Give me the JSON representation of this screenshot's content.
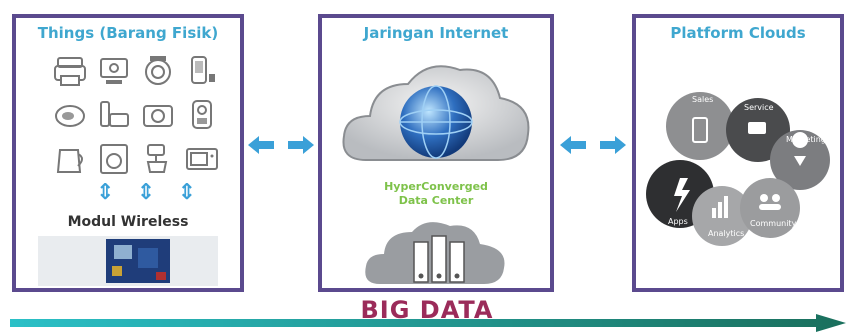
{
  "panels": {
    "things": {
      "title": "Things (Barang Fisik)",
      "modul_label": "Modul Wireless"
    },
    "network": {
      "title": "Jaringan Internet",
      "hc_line1": "HyperConverged",
      "hc_line2": "Data Center"
    },
    "cloud": {
      "title": "Platform Clouds",
      "circles": [
        "Sales",
        "Service",
        "Marketing",
        "Apps",
        "Analytics",
        "Community"
      ]
    }
  },
  "footer": {
    "label": "BIG DATA"
  },
  "colors": {
    "panel_border": "#5b4a8e",
    "title": "#3fa7cf",
    "arrow": "#3aa0d8",
    "bigdata": "#9b2b5a",
    "hc_label": "#7ec24a"
  },
  "icons": [
    "printer-icon",
    "monitor-icon",
    "washer-icon",
    "phone-icon",
    "router-icon",
    "cordless-phone-icon",
    "camera-icon",
    "thermostat-icon",
    "kettle-icon",
    "dryer-icon",
    "mixer-icon",
    "microwave-icon"
  ]
}
